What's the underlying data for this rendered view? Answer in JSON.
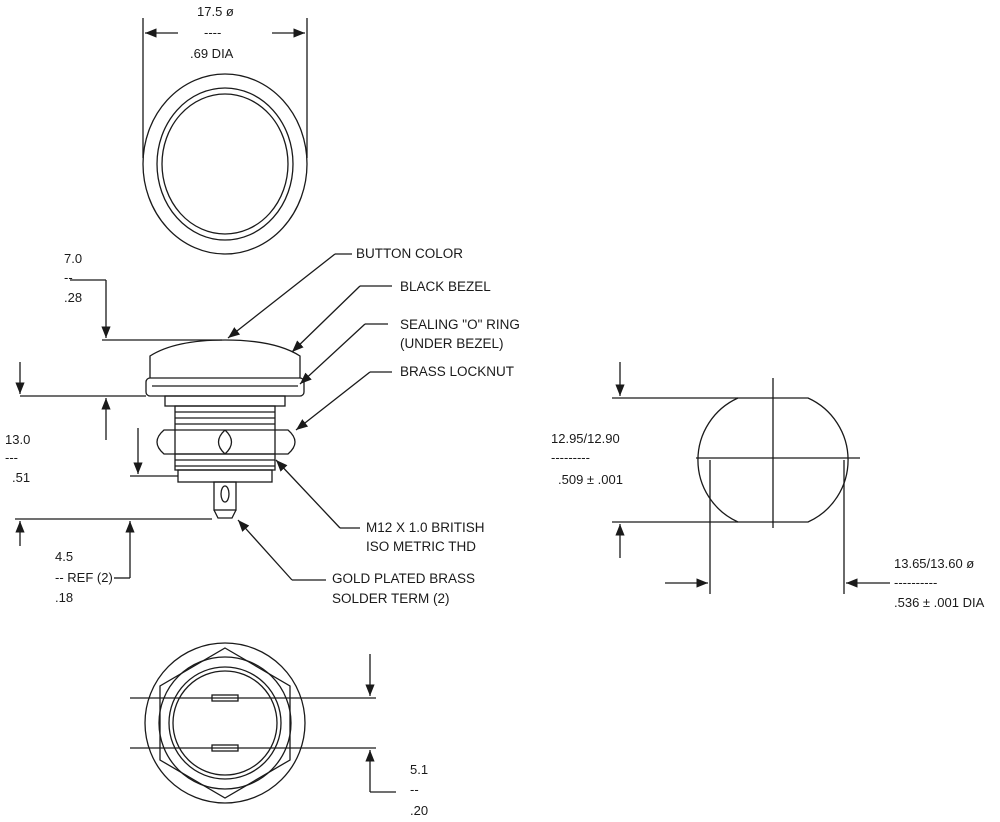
{
  "top_view": {
    "dia_mm": "17.5 ø",
    "dia_sep": "----",
    "dia_in": ".69 DIA"
  },
  "side_view": {
    "cap_height_mm": "7.0",
    "cap_height_sep": "--",
    "cap_height_in": ".28",
    "thread_len_mm": "13.0",
    "thread_len_sep": "---",
    "thread_len_in": ".51",
    "term_len_mm": "4.5",
    "term_len_ref": "-- REF (2)",
    "term_len_in": ".18",
    "callouts": {
      "button_color": "BUTTON COLOR",
      "black_bezel": "BLACK BEZEL",
      "sealing_ring_1": "SEALING \"O\" RING",
      "sealing_ring_2": "(UNDER BEZEL)",
      "brass_locknut": "BRASS LOCKNUT",
      "thread_1": "M12 X 1.0 BRITISH",
      "thread_2": "ISO METRIC THD",
      "solder_1": "GOLD PLATED BRASS",
      "solder_2": "SOLDER TERM (2)"
    }
  },
  "panel_cutout": {
    "flat_mm": "12.95/12.90",
    "flat_sep": "---------",
    "flat_in": ".509 ± .001",
    "dia_mm": "13.65/13.60 ø",
    "dia_sep": "----------",
    "dia_in": ".536 ± .001 DIA"
  },
  "bottom_view": {
    "spacing_mm": "5.1",
    "spacing_sep": "--",
    "spacing_in": ".20"
  }
}
